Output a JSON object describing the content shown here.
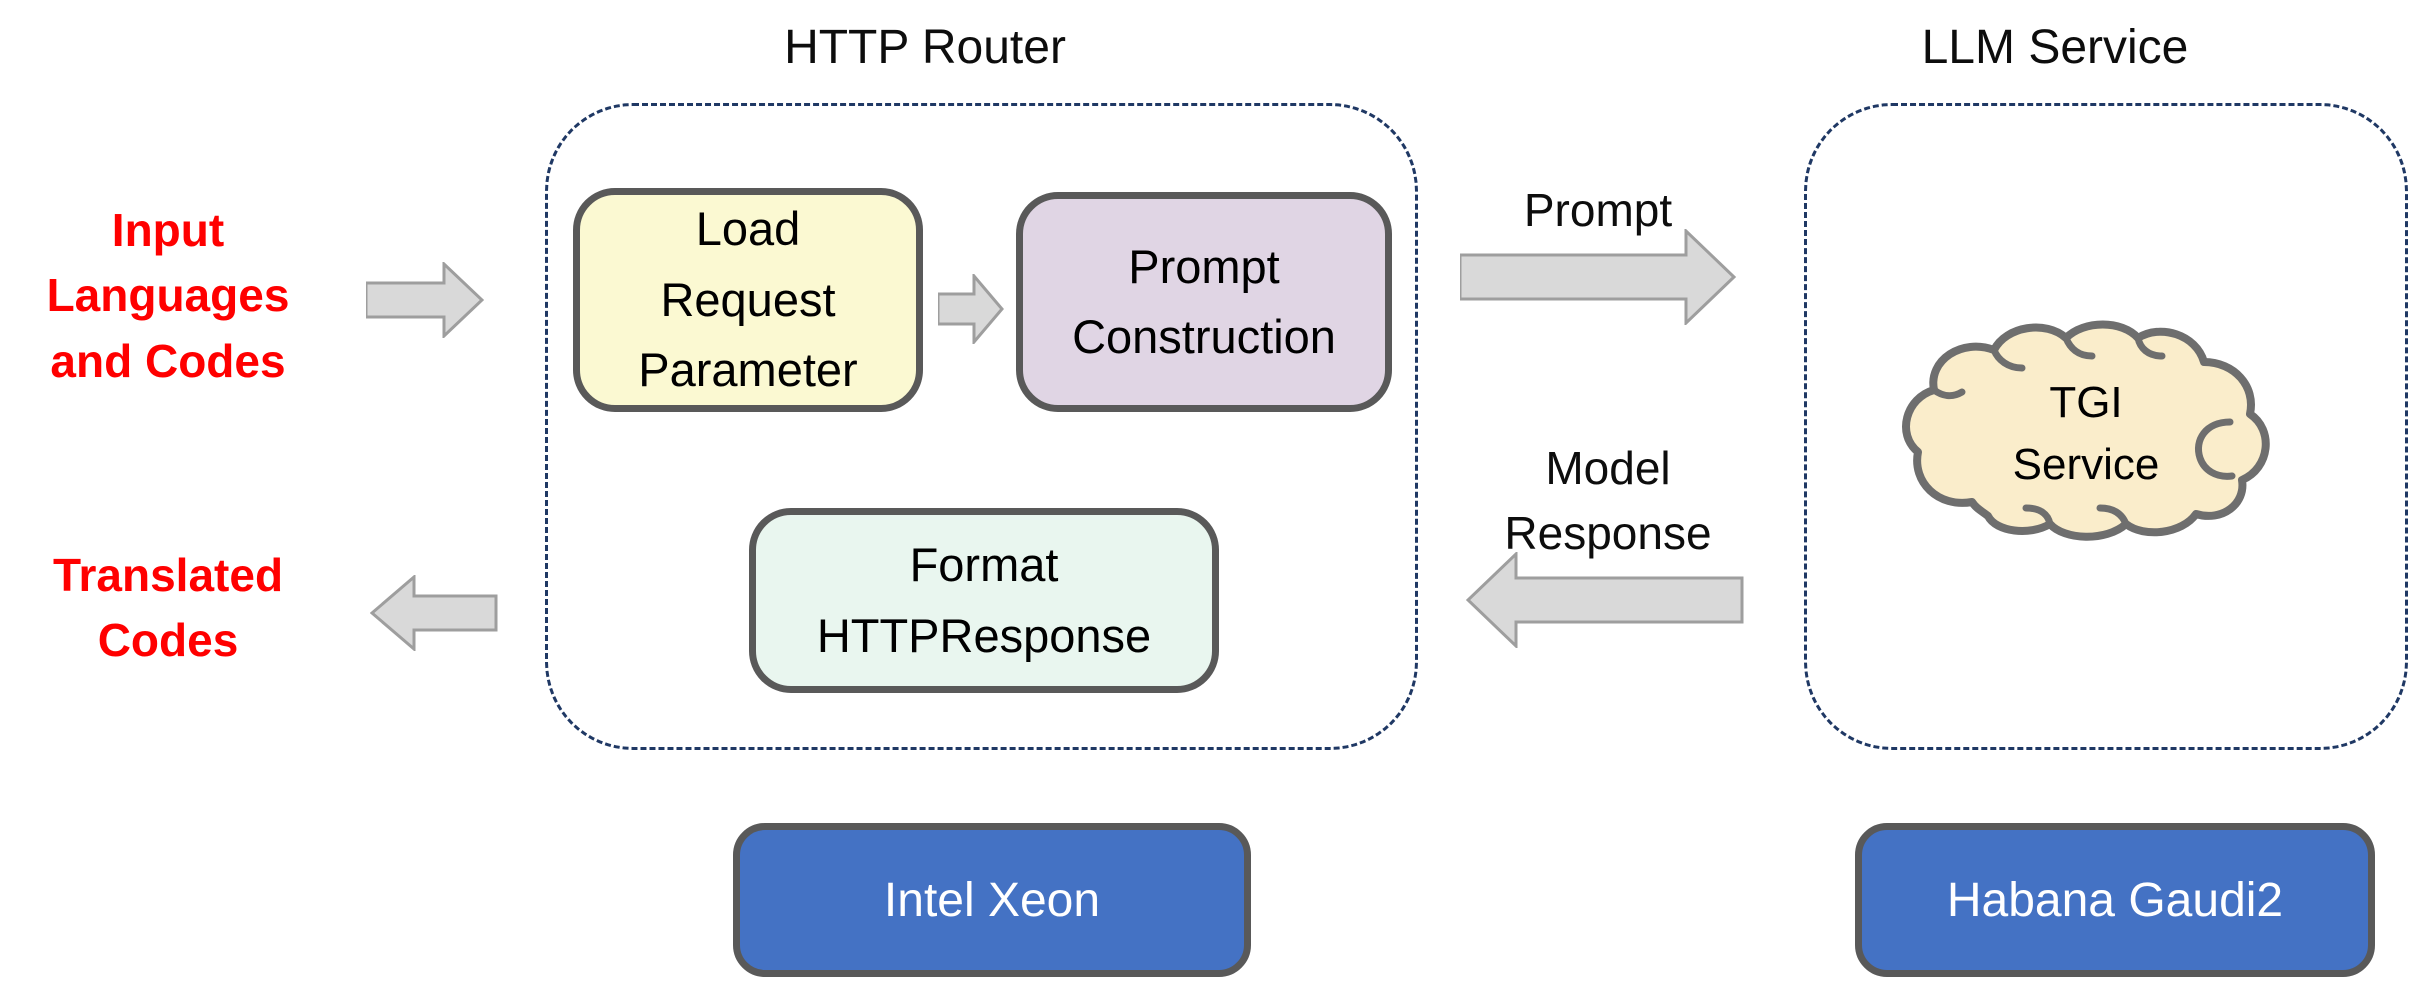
{
  "titles": {
    "http_router": "HTTP Router",
    "llm_service": "LLM Service"
  },
  "io_labels": {
    "input": "Input\nLanguages\nand Codes",
    "output": "Translated\nCodes"
  },
  "flow_labels": {
    "prompt": "Prompt",
    "model_response": "Model\nResponse"
  },
  "nodes": {
    "load_request": "Load\nRequest\nParameter",
    "prompt_construction": "Prompt\nConstruction",
    "format_response": "Format\nHTTPResponse",
    "tgi_service": "TGI\nService"
  },
  "hardware": {
    "cpu": "Intel Xeon",
    "accelerator": "Habana Gaudi2"
  },
  "icons": {
    "input_arrow": "arrow-right",
    "output_arrow": "arrow-left",
    "pipeline_arrow": "arrow-right",
    "prompt_arrow": "arrow-right",
    "response_arrow": "arrow-left",
    "llm_backend": "cloud"
  },
  "colors": {
    "red_label": "#FF0000",
    "dashed_border": "#1F3864",
    "node_border": "#595959",
    "load_fill": "#FBF9D2",
    "prompt_fill": "#E0D5E4",
    "response_fill": "#E9F6EF",
    "cloud_fill": "#FAEDCB",
    "hardware_fill": "#4472C4",
    "hardware_text": "#FFFFFF",
    "arrow_fill": "#D9D9D9",
    "arrow_border": "#9E9E9E"
  }
}
